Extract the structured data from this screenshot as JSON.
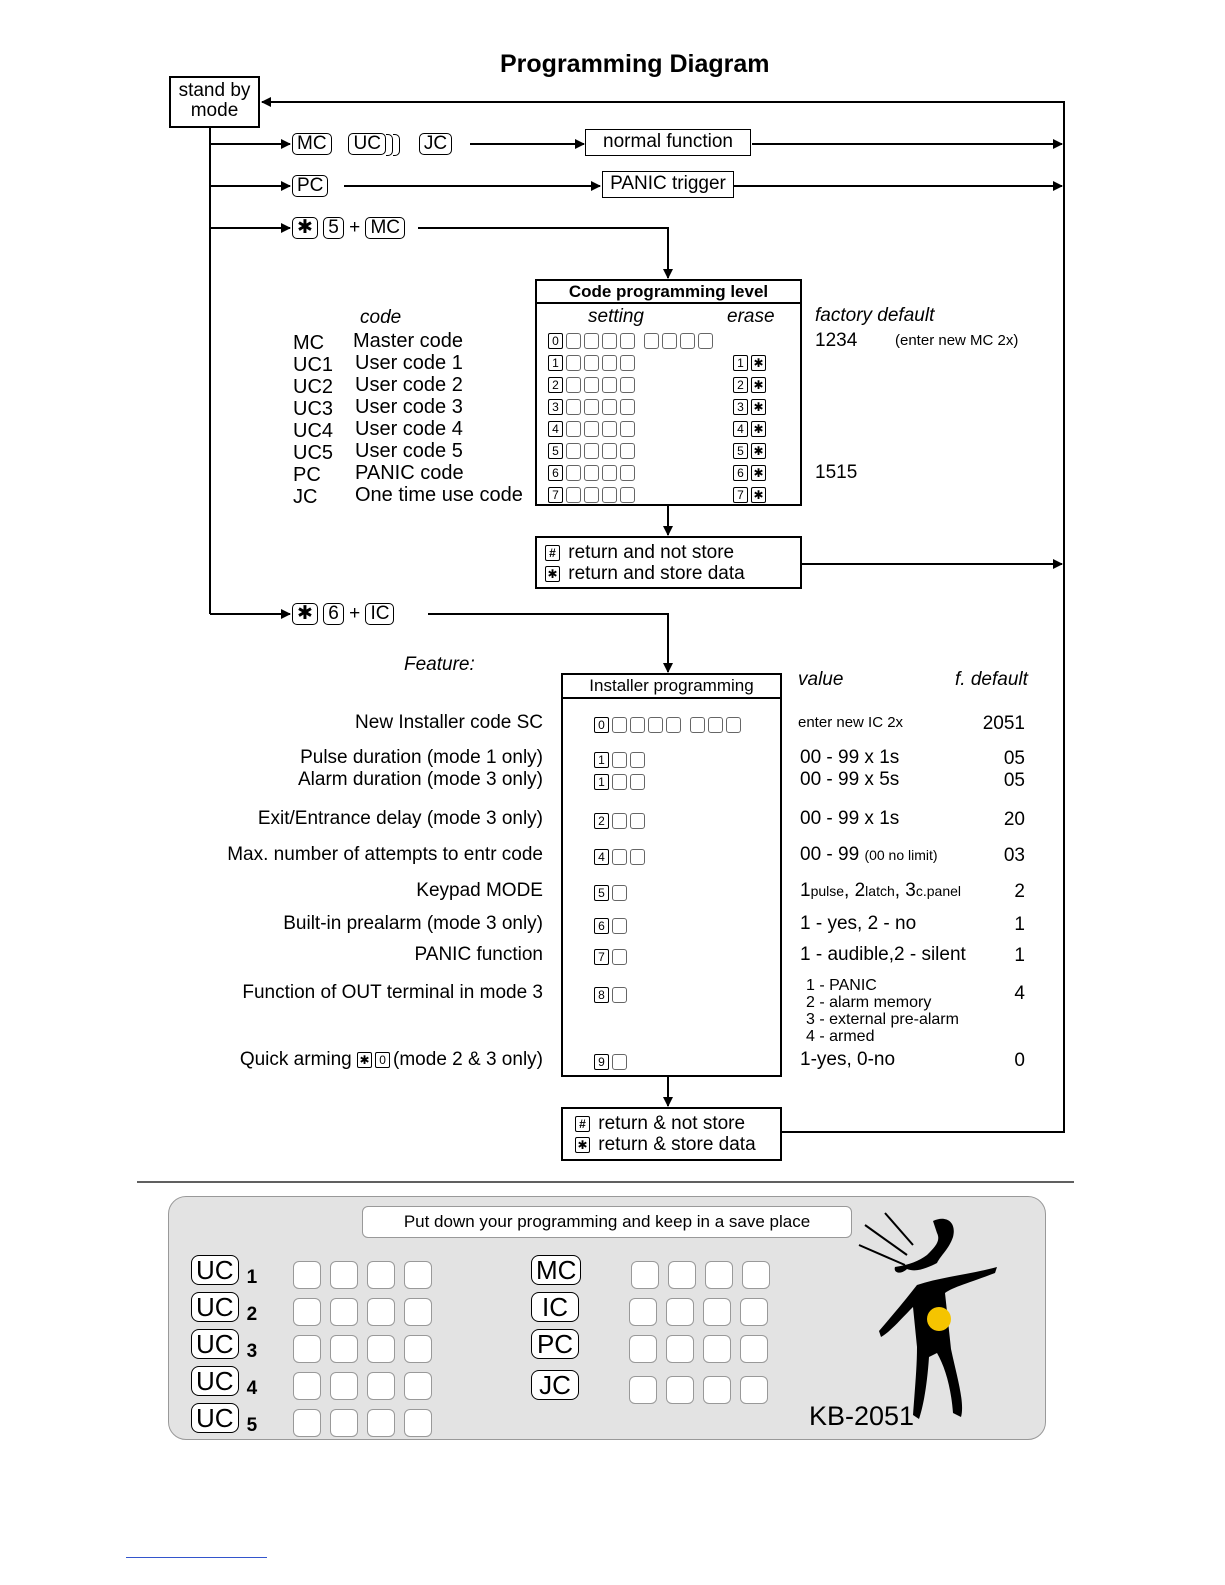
{
  "title": "Programming Diagram",
  "standby": "stand by\nmode",
  "row1": {
    "keys": [
      "MC",
      "UC",
      "JC"
    ],
    "result": "normal function"
  },
  "row2": {
    "keys": [
      "PC"
    ],
    "result": "PANIC trigger"
  },
  "row3": {
    "keys": [
      "✱",
      "5",
      "+",
      "MC"
    ]
  },
  "row4": {
    "keys": [
      "✱",
      "6",
      "+",
      "IC"
    ]
  },
  "code_block": {
    "header": "Code programming level",
    "col_code": "code",
    "col_setting": "setting",
    "col_erase": "erase",
    "col_default": "factory default",
    "rows": [
      {
        "abbr": "MC",
        "name": "Master code",
        "digit": "0",
        "erase": "",
        "default": "1234",
        "note": "(enter new MC  2x)"
      },
      {
        "abbr": "UC1",
        "name": "User code 1",
        "digit": "1",
        "erase": "1",
        "default": "",
        "note": ""
      },
      {
        "abbr": "UC2",
        "name": "User code 2",
        "digit": "2",
        "erase": "2",
        "default": "",
        "note": ""
      },
      {
        "abbr": "UC3",
        "name": "User code 3",
        "digit": "3",
        "erase": "3",
        "default": "",
        "note": ""
      },
      {
        "abbr": "UC4",
        "name": "User code 4",
        "digit": "4",
        "erase": "4",
        "default": "",
        "note": ""
      },
      {
        "abbr": "UC5",
        "name": "User code 5",
        "digit": "5",
        "erase": "5",
        "default": "",
        "note": ""
      },
      {
        "abbr": "PC",
        "name": "PANIC code",
        "digit": "6",
        "erase": "6",
        "default": "1515",
        "note": ""
      },
      {
        "abbr": "JC",
        "name": "One time use code",
        "digit": "7",
        "erase": "7",
        "default": "",
        "note": ""
      }
    ],
    "return1": "return and not store",
    "return2": "return and store data"
  },
  "installer_block": {
    "feature_label": "Feature:",
    "header": "Installer programming",
    "col_value": "value",
    "col_default": "f. default",
    "rows": [
      {
        "feature": "New Installer code SC",
        "digit": "0",
        "value": "enter new IC 2x",
        "default": "2051"
      },
      {
        "feature": "Pulse duration (mode 1 only)",
        "digit": "1",
        "value": "00 - 99 x 1s",
        "default": "05"
      },
      {
        "feature": "Alarm duration (mode 3 only)",
        "digit": "1",
        "value": "00 - 99 x 5s",
        "default": "05"
      },
      {
        "feature": "Exit/Entrance delay (mode 3 only)",
        "digit": "2",
        "value": "00 - 99 x 1s",
        "default": "20"
      },
      {
        "feature": "Max. number of attempts to entr code",
        "digit": "4",
        "value": "00 - 99",
        "value_note": "(00 no limit)",
        "default": "03"
      },
      {
        "feature": "Keypad MODE",
        "digit": "5",
        "value_parts": [
          "1",
          "pulse",
          ", 2",
          "latch",
          ", 3",
          "c.panel"
        ],
        "default": "2"
      },
      {
        "feature": "Built-in prealarm (mode 3 only)",
        "digit": "6",
        "value": "1 - yes, 2 - no",
        "default": "1"
      },
      {
        "feature": "PANIC function",
        "digit": "7",
        "value": "1 - audible,2 - silent",
        "default": "1"
      },
      {
        "feature": "Function of OUT terminal in mode 3",
        "digit": "8",
        "value_lines": [
          "1 - PANIC",
          "2 - alarm memory",
          "3 - external pre-alarm",
          "4 - armed"
        ],
        "default": "4"
      },
      {
        "feature_pre": "Quick arming",
        "feature_keys": [
          "✱",
          "0"
        ],
        "feature_post": "(mode 2 & 3 only)",
        "digit": "9",
        "value": "1-yes, 0-no",
        "default": "0"
      }
    ],
    "return1": "return & not store",
    "return2": "return & store data"
  },
  "card": {
    "note": "Put down your programming and keep in a save place",
    "left": [
      {
        "key": "UC",
        "num": "1"
      },
      {
        "key": "UC",
        "num": "2"
      },
      {
        "key": "UC",
        "num": "3"
      },
      {
        "key": "UC",
        "num": "4"
      },
      {
        "key": "UC",
        "num": "5"
      }
    ],
    "right": [
      "MC",
      "IC",
      "PC",
      "JC"
    ],
    "model": "KB-2051",
    "accent_color": "#f5c400"
  }
}
